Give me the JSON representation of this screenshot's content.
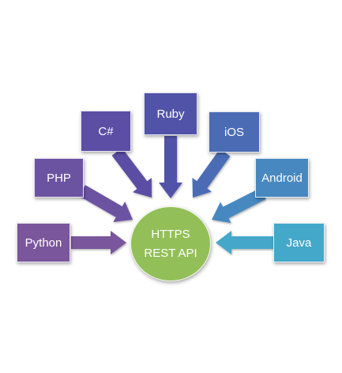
{
  "hub": {
    "line1": "HTTPS",
    "line2": "REST API",
    "color": "#93bf58"
  },
  "clients": [
    {
      "id": "python",
      "label": "Python",
      "color": "#7a569c"
    },
    {
      "id": "php",
      "label": "PHP",
      "color": "#6c53a2"
    },
    {
      "id": "csharp",
      "label": "C#",
      "color": "#5b4ea4"
    },
    {
      "id": "ruby",
      "label": "Ruby",
      "color": "#5153a8"
    },
    {
      "id": "ios",
      "label": "iOS",
      "color": "#4b6cb5"
    },
    {
      "id": "android",
      "label": "Android",
      "color": "#4788c0"
    },
    {
      "id": "java",
      "label": "Java",
      "color": "#44a8cb"
    }
  ]
}
